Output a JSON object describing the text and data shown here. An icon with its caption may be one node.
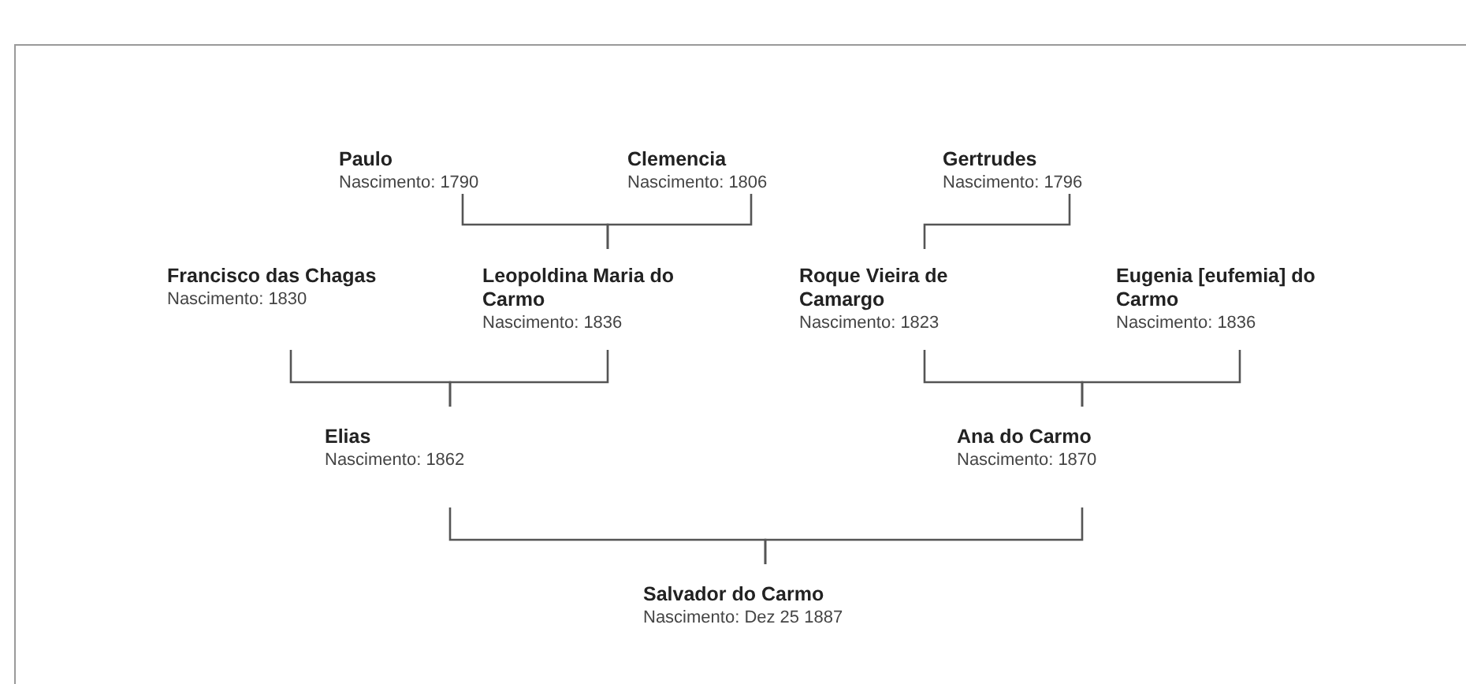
{
  "diagram": {
    "nodes": [
      {
        "text": [
          "Paulo",
          "Nascimento: 1790"
        ]
      },
      {
        "text": [
          "Clemencia",
          "Nascimento: 1806"
        ]
      },
      {
        "text": [
          "Gertrudes",
          "Nascimento: 1796"
        ]
      },
      {
        "text": [
          "Francisco das Chagas",
          "Nascimento: 1830"
        ]
      },
      {
        "text": [
          "Leopoldina Maria do Carmo",
          "Nascimento: 1836"
        ]
      },
      {
        "text": [
          "Roque Vieira de Camargo",
          "Nascimento: 1823"
        ]
      },
      {
        "text": [
          "Eugenia [eufemia] do Carmo",
          "Nascimento: 1836"
        ]
      },
      {
        "text": [
          "Elias",
          "Nascimento: 1862"
        ]
      },
      {
        "text": [
          "Ana do Carmo",
          "Nascimento: 1870"
        ]
      },
      {
        "text": [
          "Salvador do Carmo",
          "Nascimento: Dez 25 1887"
        ]
      }
    ],
    "edges": [
      {
        "from": 0,
        "to": 4,
        "arrow": "none"
      },
      {
        "from": 1,
        "to": 4,
        "arrow": "none"
      },
      {
        "from": 2,
        "to": 5,
        "arrow": "none"
      },
      {
        "from": 3,
        "to": 7,
        "arrow": "none"
      },
      {
        "from": 4,
        "to": 7,
        "arrow": "none"
      },
      {
        "from": 5,
        "to": 8,
        "arrow": "none"
      },
      {
        "from": 6,
        "to": 8,
        "arrow": "none"
      },
      {
        "from": 7,
        "to": 9,
        "arrow": "none"
      },
      {
        "from": 8,
        "to": 9,
        "arrow": "none"
      }
    ]
  }
}
